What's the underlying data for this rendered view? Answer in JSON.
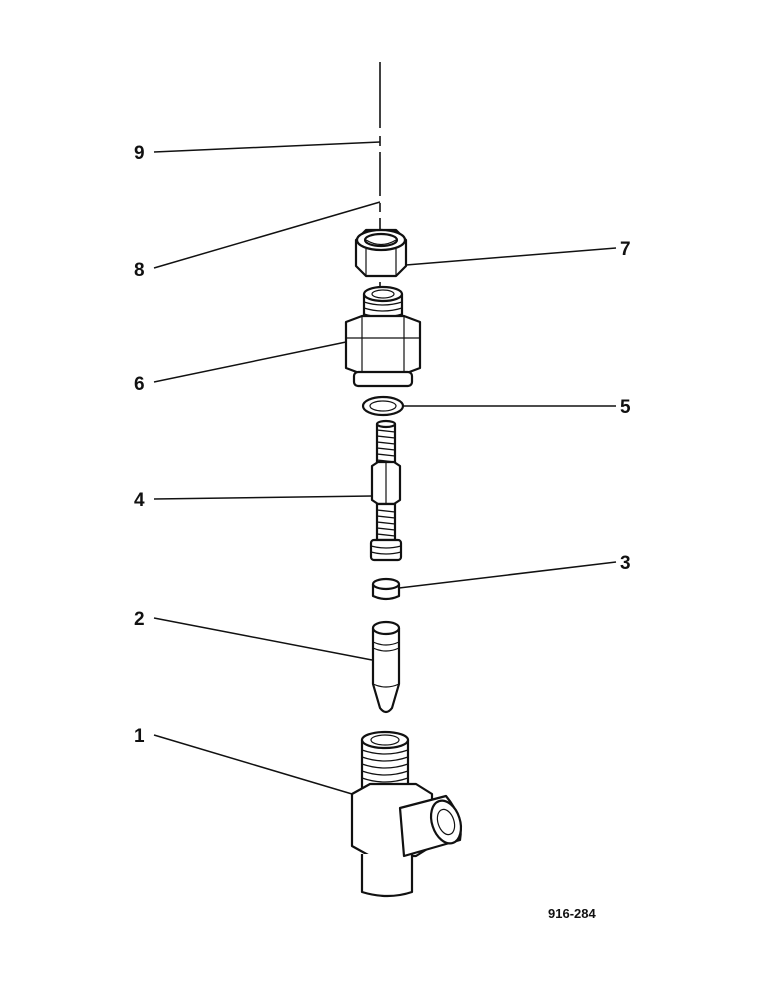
{
  "diagram": {
    "figure_number": "916-284",
    "callouts": [
      {
        "id": "1",
        "label": "1"
      },
      {
        "id": "2",
        "label": "2"
      },
      {
        "id": "3",
        "label": "3"
      },
      {
        "id": "4",
        "label": "4"
      },
      {
        "id": "5",
        "label": "5"
      },
      {
        "id": "6",
        "label": "6"
      },
      {
        "id": "7",
        "label": "7"
      },
      {
        "id": "8",
        "label": "8"
      },
      {
        "id": "9",
        "label": "9"
      }
    ]
  }
}
